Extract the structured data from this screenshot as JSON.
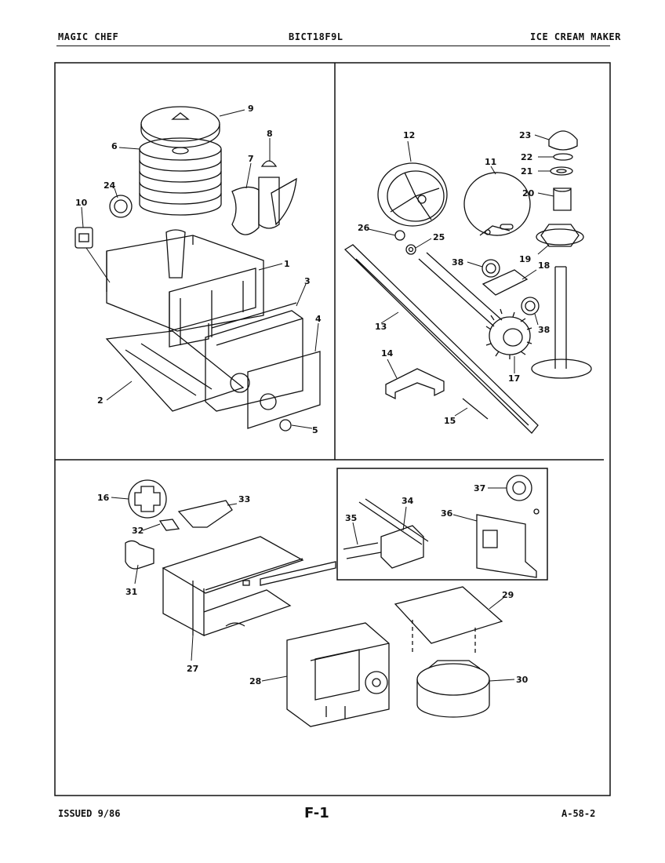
{
  "header": {
    "brand": "MAGIC CHEF",
    "model": "BICT18F9L",
    "product": "ICE CREAM MAKER"
  },
  "footer": {
    "issued": "ISSUED 9/86",
    "page_code": "F-1",
    "ref": "A-58-2"
  },
  "panels": {
    "top_left": {
      "part_labels": [
        "1",
        "2",
        "3",
        "4",
        "5",
        "6",
        "7",
        "8",
        "9",
        "10",
        "24"
      ]
    },
    "top_right": {
      "part_labels": [
        "11",
        "12",
        "13",
        "14",
        "15",
        "17",
        "18",
        "19",
        "20",
        "21",
        "22",
        "23",
        "25",
        "26",
        "38",
        "38"
      ]
    },
    "bottom": {
      "part_labels": [
        "16",
        "27",
        "28",
        "29",
        "30",
        "31",
        "32",
        "33",
        "34",
        "35",
        "36",
        "37"
      ]
    }
  }
}
